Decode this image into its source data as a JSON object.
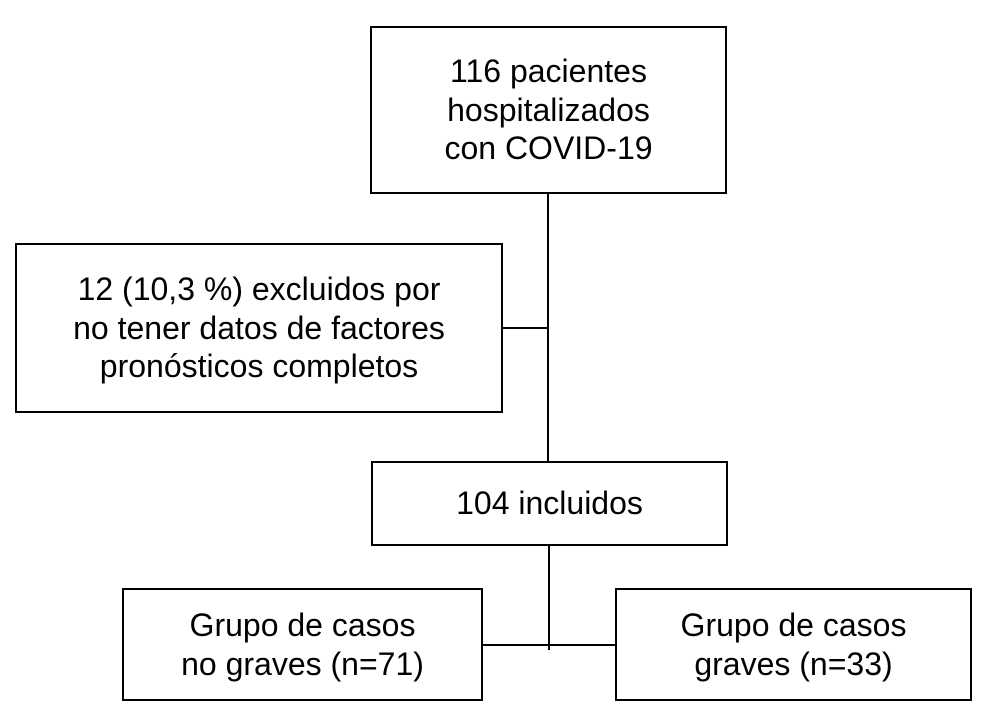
{
  "flowchart": {
    "total": {
      "lines": [
        "116 pacientes",
        "hospitalizados",
        "con COVID-19"
      ]
    },
    "excluded": {
      "lines": [
        "12 (10,3 %) excluidos por",
        "no tener datos de factores",
        "pronósticos completos"
      ]
    },
    "included": {
      "lines": [
        "104 incluidos"
      ]
    },
    "non_severe": {
      "lines": [
        "Grupo de casos",
        "no graves (n=71)"
      ]
    },
    "severe": {
      "lines": [
        "Grupo de casos",
        "graves (n=33)"
      ]
    }
  },
  "colors": {
    "stroke": "#000000",
    "background": "#ffffff"
  }
}
